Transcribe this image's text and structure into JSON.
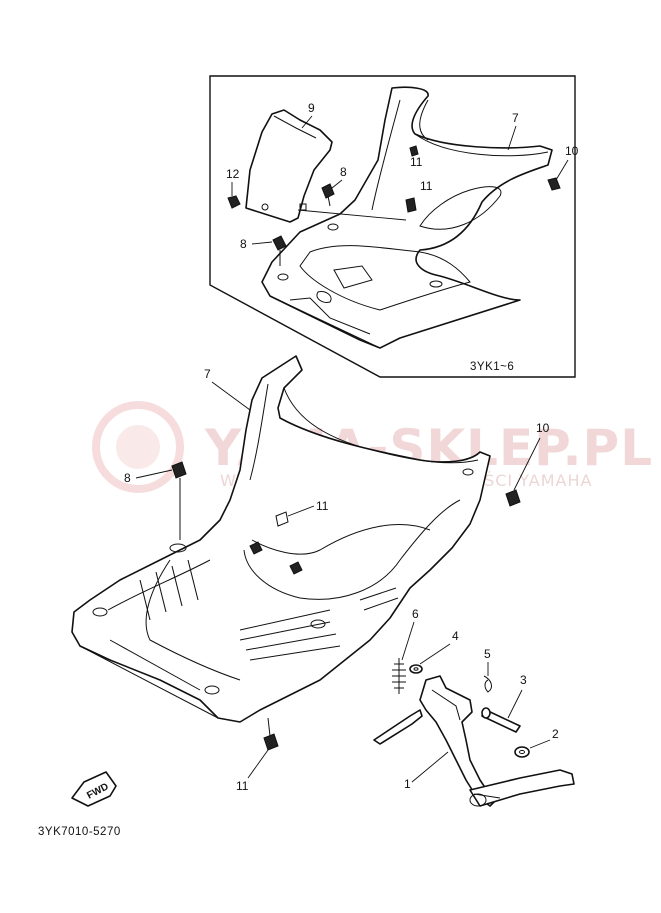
{
  "inset_variant": "3YK1~6",
  "diagram_code": "3YK7010-5270",
  "fwd_label": "FWD",
  "watermark": {
    "main": "YAMA-SKLEP.PL",
    "sub": "WYŁĄCZNIE ORYGINALNE CZĘŚCI YAMAHA",
    "color": "#e6b8b8"
  },
  "callouts": {
    "c1": "1",
    "c2": "2",
    "c3": "3",
    "c4": "4",
    "c5": "5",
    "c6": "6",
    "c7": "7",
    "c7b": "7",
    "c8": "8",
    "c8b": "8",
    "c8c": "8",
    "c9": "9",
    "c10": "10",
    "c10b": "10",
    "c11": "11",
    "c11b": "11",
    "c11c": "11",
    "c11d": "11",
    "c12": "12"
  }
}
